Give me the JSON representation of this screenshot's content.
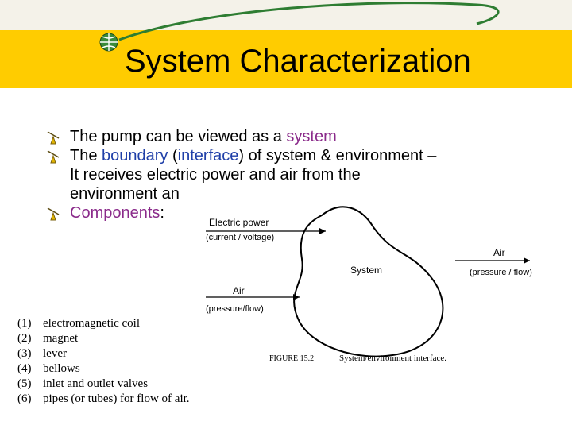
{
  "slide": {
    "title": "System Characterization"
  },
  "bullets": {
    "b1_pre": "The pump can be viewed as a ",
    "b1_link": "system",
    "b2_pre": "The ",
    "b2_boundary": "boundary",
    "b2_mid": " (",
    "b2_interface": "interface",
    "b2_rest": ") of system & environment –",
    "b2_line2": "It receives electric power and air from the",
    "b2_line3": "environment an",
    "b3_link": "Components",
    "b3_rest": ":"
  },
  "figure": {
    "electric_power": "Electric power",
    "current_voltage": "(current / voltage)",
    "air_out": "Air",
    "pressure_flow_out": "(pressure / flow)",
    "system": "System",
    "air_in": "Air",
    "pressure_flow_in": "(pressure/flow)",
    "caption_num": "FIGURE 15.2",
    "caption_text": "System/environment interface."
  },
  "components": [
    {
      "num": "(1)",
      "text": "electromagnetic coil"
    },
    {
      "num": "(2)",
      "text": "magnet"
    },
    {
      "num": "(3)",
      "text": "lever"
    },
    {
      "num": "(4)",
      "text": "bellows"
    },
    {
      "num": "(5)",
      "text": "inlet and outlet valves"
    },
    {
      "num": "(6)",
      "text": "pipes (or tubes) for flow of air."
    }
  ],
  "colors": {
    "title_band": "#ffcc00",
    "accent_purple": "#8a2a8a",
    "accent_blue": "#1f3fa8",
    "swoosh_green": "#2e7d32"
  }
}
